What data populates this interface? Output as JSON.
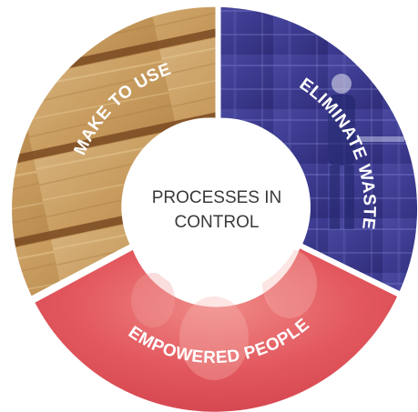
{
  "diagram": {
    "center": {
      "line1": "PROCESSES IN",
      "line2": "CONTROL"
    },
    "segments": [
      {
        "label": "ELIMINATE WASTE",
        "theme": "industrial-worker-photo",
        "color": "#3f3b91"
      },
      {
        "label": "EMPOWERED PEOPLE",
        "theme": "people-photo",
        "color": "#e2555c"
      },
      {
        "label": "MAKE TO USE",
        "theme": "wood-planks-photo",
        "color": "#c9a065"
      }
    ]
  }
}
